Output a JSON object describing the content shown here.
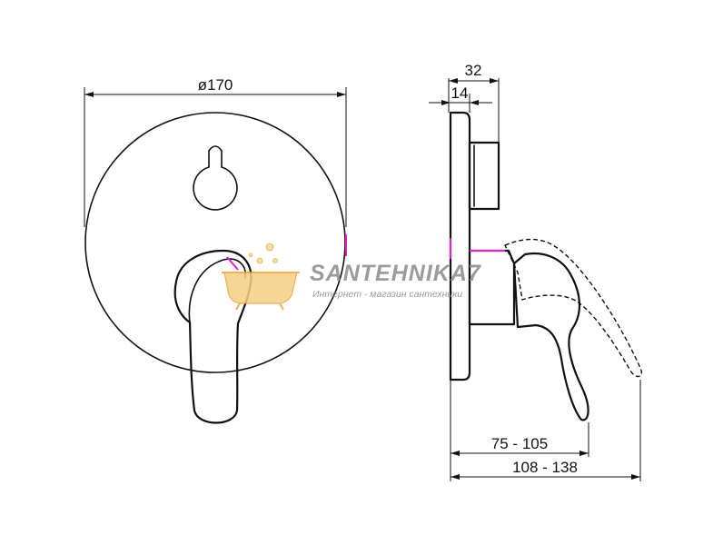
{
  "front_view": {
    "diameter_label": "ø170"
  },
  "side_view": {
    "depth_label": "32",
    "plate_label": "14",
    "range_inner_label": "75 - 105",
    "range_outer_label": "108 - 138"
  },
  "watermark": {
    "brand": "SANTEHNIKA7",
    "tagline": "Интернет - магазин сантехники",
    "logo_colors": [
      "#f3c56b",
      "#e7a43c"
    ]
  }
}
